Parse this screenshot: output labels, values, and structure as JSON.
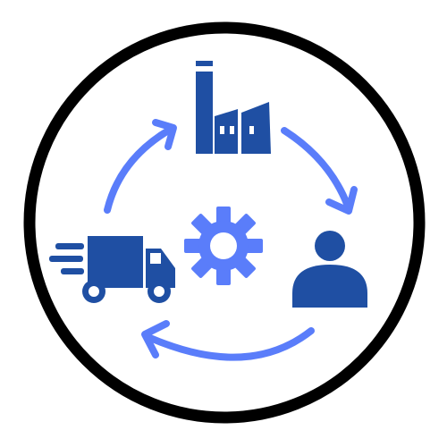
{
  "colors": {
    "ring": "#000000",
    "arrows": "#5a7dfa",
    "gear": "#5a7dfa",
    "icons_dark": "#1f4fa3",
    "window": "#ffffff"
  },
  "icons": [
    "factory-icon",
    "person-icon",
    "delivery-truck-icon",
    "gear-icon"
  ],
  "arrows": [
    "factory-to-person",
    "person-to-truck",
    "truck-to-factory"
  ]
}
